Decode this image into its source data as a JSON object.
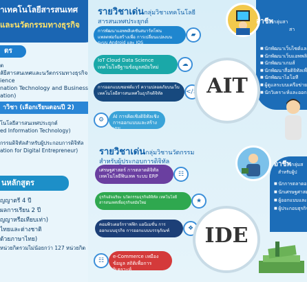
{
  "left": {
    "title_line1": "าเทคโนโลยีสารสนเทศ",
    "title_line2": "และนวัตกรรมทางธุรกิจ",
    "degree_tab": "ตร",
    "degree_lines": [
      "ต",
      "ลัยีสารสนเทศและนวัตกรรมทางธุรกิจ)",
      "ience",
      "nation Technology and Business",
      "ation)"
    ],
    "major_tab": "าวิชา (เลือกเรียนตอนปี 2)",
    "majors": [
      {
        "th": "โนโลยีสารสนเทศประยุกต์",
        "en": "ed Information Technology)"
      },
      {
        "th": "กรรมดิจิทัลสำหรับผู้ประกอบการดิจิทัล",
        "en": "ation for Digital Entrepreneur)"
      }
    ],
    "structure_tab": "นหลักสูตร",
    "structure_lines": [
      "ญญาตรี 4 ปี",
      "",
      "ผลการเรียน 2 ปี",
      "ญญาหรือเทียบเท่า)",
      "ไทยและต่างชาติ",
      "ด้วยภาษาไทย)",
      "หน่วยกิตรวมไม่น้อยกว่า 127 หน่วยกิต"
    ]
  },
  "ait": {
    "heading": "รายวิชาเด่น",
    "heading_suffix": "กลุ่มวิชาเทคโนโลยี",
    "sub": "สารสนเทศประยุกต์",
    "logo": "AIT",
    "courses": [
      "การพัฒนาแอพพลิเคชันสมาร์ทโฟนแพลตฟอร์มสร้างเพื่อ การเปลี่ยนแปลงบนระบบ Android และ IOS",
      "IoT Cloud Data Science เทคโนโลยีฐานข้อมูลสมัยใหม่",
      "การออกแบบซอฟต์แวร์ ความปลอดภัยบนเว็บ เทคโนโลยีสารสนเทศในธุรกิจดิจิทัล",
      "AI การคิดเชิงดิจิทัลเชิง การออกแบบและสร้างเกม"
    ],
    "career_head": "อาชีพ",
    "career_head_suffix": "กลุ่มสา",
    "career_sub": "สา",
    "careers": [
      "นักพัฒนาเว็บไซต์และแอ",
      "นักพัฒนาเว็บแอพพลิเค",
      "นักพัฒนาเกมส์",
      "นักพัฒนาสื่อดิจิทัลเพื่อ",
      "นักพัฒนาไอโอที",
      "ผู้ดูแลระบบเครือข่าย",
      "นักวิเคราะห์และออกแบ"
    ]
  },
  "ide": {
    "heading": "รายวิชาเด่น",
    "heading_suffix": "กลุ่มวิชานวัตกรรม",
    "sub": "สำหรับผู้ประกอบการดิจิทัล",
    "logo": "IDE",
    "courses": [
      "เศรษฐศาสตร์ การตลาดดิจิทัล เทคโนโลยีฟินเทค ระบบ ERP",
      "ธุรกิจอัจฉริยะ นวัตกรรมธุรกิจดิจิทัล เทคโนโลยีสารสนเทศเพื่อธุรกิจสมัยใหม่",
      "คอมพิวเตอร์กราฟฟิก แอนิเมชั่น การออกแบบธุรกิจ การออกแบบบรรจุภัณฑ์",
      "e-Commerce เหมืองข้อมูล สถิติเพื่อการวิเคราะห์"
    ],
    "career_head": "อาชีพ",
    "career_head_suffix": "กลุ่มส",
    "career_sub": "สำหรับผู้ป",
    "careers": [
      "นักการตลาดอ",
      "นักเศรษฐศาสต ระบบสารสนเท",
      "ผู้ออกแบบและพ เพื่อการนำเสนอ",
      "ผู้ประกอบธุรกิจ"
    ]
  }
}
